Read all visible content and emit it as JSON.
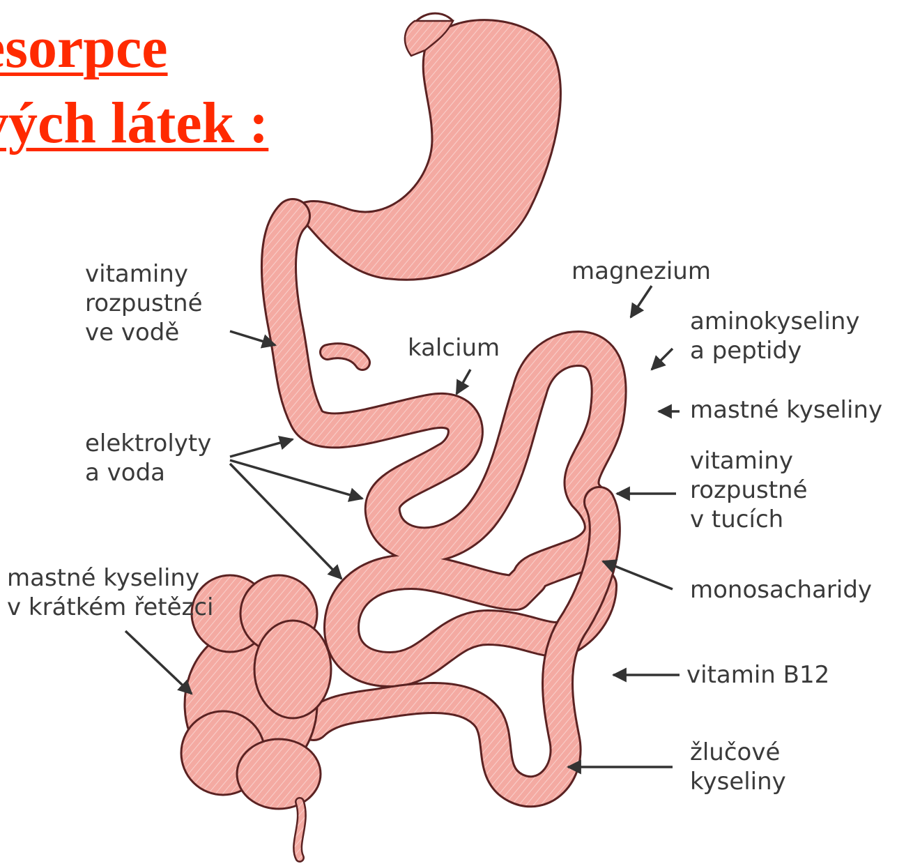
{
  "title": {
    "line1": "esorpce",
    "line2": "vých látek :"
  },
  "labels": {
    "vit_water": [
      "vitaminy",
      "rozpustné",
      "ve vodě"
    ],
    "electrolytes": [
      "elektrolyty",
      "a voda"
    ],
    "scfa": [
      "mastné kyseliny",
      "v krátkém řetězci"
    ],
    "magnesium": "magnezium",
    "calcium": "kalcium",
    "amino": [
      "aminokyseliny",
      "a peptidy"
    ],
    "fatty_acids": "mastné kyseliny",
    "vit_fat": [
      "vitaminy",
      "rozpustné",
      "v tucích"
    ],
    "monosaccharides": "monosacharidy",
    "b12": "vitamin B12",
    "bile": [
      "žlučové",
      "kyseliny"
    ]
  },
  "colors": {
    "title": "#ff2a00",
    "label_text": "#3a3a3a",
    "organ_fill": "#f2a39c",
    "organ_outline": "#5a2222",
    "arrow": "#333333"
  }
}
